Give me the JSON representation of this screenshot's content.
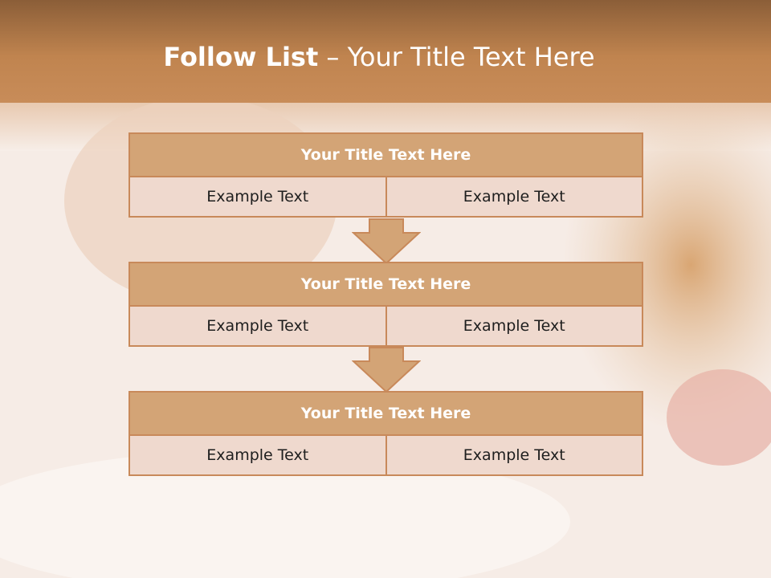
{
  "title": {
    "bold": "Follow List",
    "rest": "– Your Title Text Here"
  },
  "colors": {
    "header_band": "#c8895a",
    "box_head": "#d3a476",
    "box_cell": "#efd9ce",
    "border": "#c8895a"
  },
  "blocks": [
    {
      "title": "Your Title Text Here",
      "left": "Example Text",
      "right": "Example Text"
    },
    {
      "title": "Your Title Text Here",
      "left": "Example Text",
      "right": "Example Text"
    },
    {
      "title": "Your Title Text Here",
      "left": "Example Text",
      "right": "Example Text"
    }
  ]
}
